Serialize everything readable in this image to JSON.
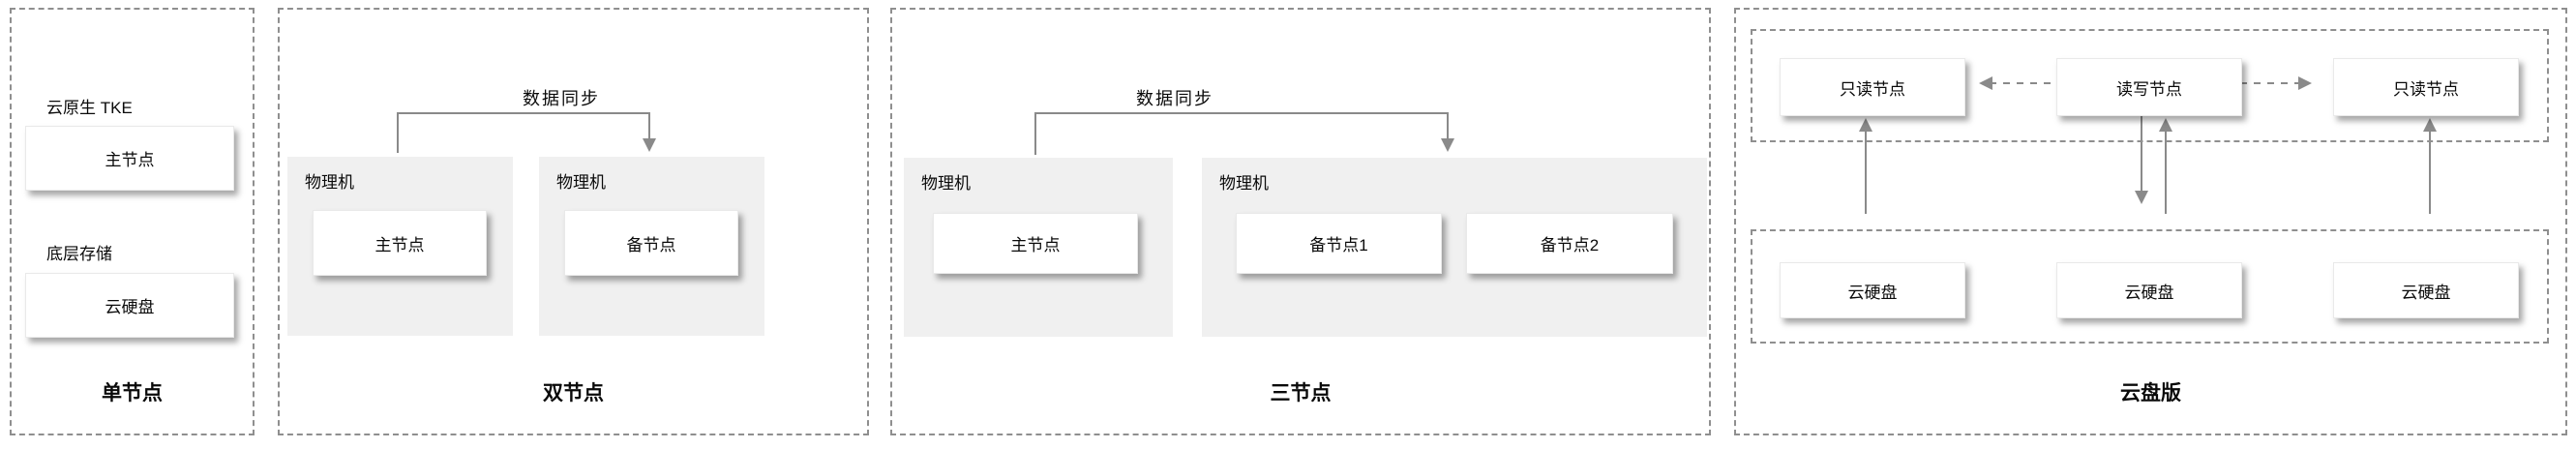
{
  "diagram": {
    "panels": [
      {
        "title": "单节点",
        "section_labels": [
          "云原生 TKE",
          "底层存储"
        ],
        "node_boxes": [
          "主节点",
          "云硬盘"
        ]
      },
      {
        "title": "双节点",
        "sync_arrow_label": "数据同步",
        "machines": [
          {
            "label": "物理机",
            "nodes": [
              "主节点"
            ]
          },
          {
            "label": "物理机",
            "nodes": [
              "备节点"
            ]
          }
        ]
      },
      {
        "title": "三节点",
        "sync_arrow_label": "数据同步",
        "machines": [
          {
            "label": "物理机",
            "nodes": [
              "主节点"
            ]
          },
          {
            "label": "物理机",
            "nodes": [
              "备节点1",
              "备节点2"
            ]
          }
        ]
      },
      {
        "title": "云盘版",
        "replica_nodes": [
          "只读节点",
          "读写节点",
          "只读节点"
        ],
        "disk_boxes": [
          "云硬盘",
          "云硬盘",
          "云硬盘"
        ]
      }
    ],
    "colors": {
      "background": "#ffffff",
      "dashed_border": "#8f8f8f",
      "machine_fill": "#f0f0f0",
      "arrow": "#8a8a8a",
      "text": "#0a0a0a"
    }
  }
}
